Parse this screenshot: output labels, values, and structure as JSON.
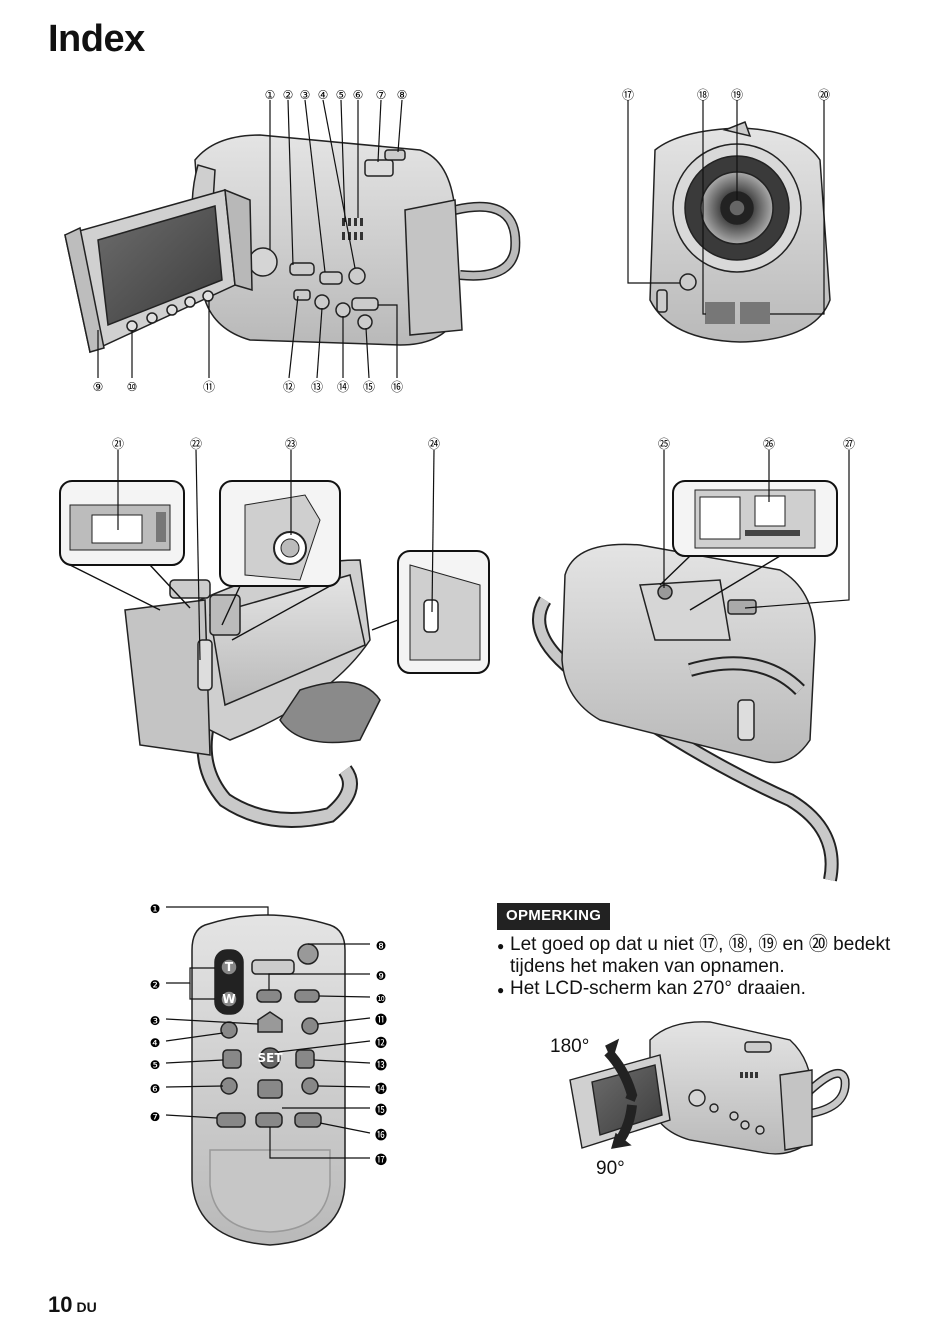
{
  "page": {
    "title": "Index",
    "number": "10",
    "lang": "DU"
  },
  "callouts_top_left": [
    "⑰"
  ],
  "camera_side": {
    "top": [
      "①",
      "②",
      "③",
      "④",
      "⑤",
      "⑥",
      "⑦",
      "⑧"
    ],
    "bottom": [
      "⑨",
      "⑩",
      "⑪",
      "⑫",
      "⑬",
      "⑭",
      "⑮",
      "⑯"
    ]
  },
  "camera_front": [
    "⑰",
    "⑱",
    "⑲",
    "⑳"
  ],
  "camera_back": [
    "㉑",
    "㉒",
    "㉓",
    "㉔"
  ],
  "camera_bottom": [
    "㉕",
    "㉖",
    "㉗"
  ],
  "remote": {
    "left": [
      "❶",
      "❷",
      "❸",
      "❹",
      "❺",
      "❻",
      "❼"
    ],
    "right": [
      "❽",
      "❾",
      "❿",
      "⓫",
      "⓬",
      "⓭",
      "⓮",
      "⓯",
      "⓰",
      "⓱"
    ],
    "zoom_t": "T",
    "zoom_w": "W",
    "set_label": "SET"
  },
  "note": {
    "heading": "OPMERKING",
    "items": [
      "Let goed op dat u niet ⑰, ⑱, ⑲ en ⑳ bedekt tijdens het maken van opnamen.",
      "Het LCD-scherm kan 270° draaien."
    ]
  },
  "rotation": {
    "up": "180°",
    "down": "90°"
  }
}
